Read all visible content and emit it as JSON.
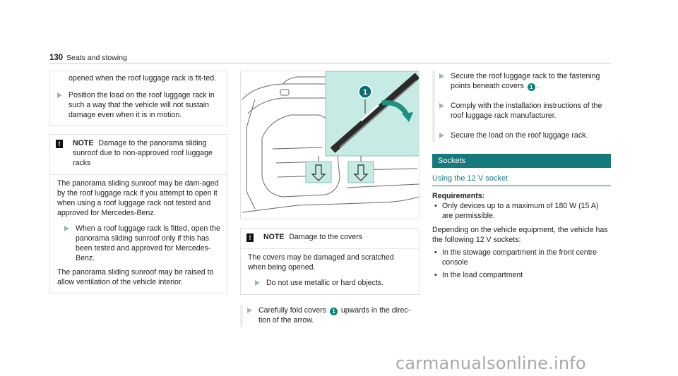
{
  "header": {
    "page_number": "130",
    "section": "Seats and stowing"
  },
  "col1": {
    "continued_text": "opened when the roof luggage rack is fit-ted.",
    "step_position_load": "Position the load on the roof luggage rack in such a way that the vehicle will not sustain damage even when it is in motion.",
    "note": {
      "label": "NOTE",
      "title": "Damage to the panorama sliding sunroof due to non-approved roof luggage racks",
      "para1": "The panorama sliding sunroof may be dam-aged by the roof luggage rack if you attempt to open it when using a roof luggage rack not tested and approved for Mercedes-Benz.",
      "step_open": "When a roof luggage rack is fitted, open the panorama sliding sunroof only if this has been tested and approved for Mercedes-Benz.",
      "para2": "The panorama sliding sunroof may be raised to allow ventilation of the vehicle interior."
    }
  },
  "col2": {
    "figure": {
      "callout_number": "1",
      "icon": "vehicle-roof-covers-illustration"
    },
    "note": {
      "label": "NOTE",
      "title": "Damage to the covers",
      "para": "The covers may be damaged and scratched when being opened.",
      "step": "Do not use metallic or hard objects."
    },
    "step_fold_before": "Carefully fold covers",
    "step_fold_badge": "1",
    "step_fold_after": "upwards in the direc-tion of the arrow."
  },
  "col3": {
    "step_secure_before": "Secure the roof luggage rack to the fastening points beneath covers",
    "step_secure_badge": "1",
    "step_secure_after": ".",
    "step_comply": "Comply with the installation instructions of the roof luggage rack manufacturer.",
    "step_secure_load": "Secure the load on the roof luggage rack.",
    "section_title": "Sockets",
    "subsection_title": "Using the 12 V socket",
    "requirements_label": "Requirements:",
    "requirements": [
      "Only devices up to a maximum of 180 W (15 A) are permissible."
    ],
    "depending_text": "Depending on the vehicle equipment, the vehicle has the following 12 V sockets:",
    "sockets": [
      "In the stowage compartment in the front centre console",
      "In the load compartment"
    ]
  },
  "watermark": "carmanualsonline.info",
  "colors": {
    "teal": "#16797c",
    "badge": "#00857e",
    "figure_highlight": "#bfe6df"
  }
}
